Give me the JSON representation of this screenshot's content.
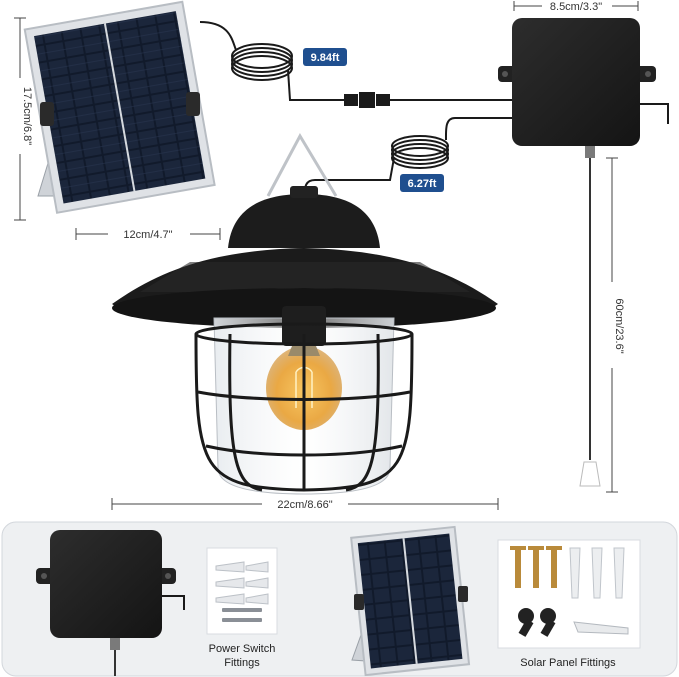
{
  "dimensions": {
    "box_width": "8.5cm/3.3\"",
    "panel_height": "17.5cm/6.8\"",
    "panel_width": "12cm/4.7\"",
    "cable_solar": "9.84ft",
    "cable_lamp": "6.27ft",
    "pull_cord": "60cm/23.6\"",
    "lamp_width": "22cm/8.66\""
  },
  "accessories": {
    "power_switch_line1": "Power Switch",
    "power_switch_line2": "Fittings",
    "solar_panel_fittings": "Solar Panel Fittings"
  },
  "colors": {
    "badge": "#1f4f8f",
    "product_black": "#1e1e1e",
    "panel_frame": "#d9dde2",
    "cell_blue": "#101a2a",
    "bulb_glow": "#f2b640",
    "tray_bg": "#eef0f2"
  }
}
